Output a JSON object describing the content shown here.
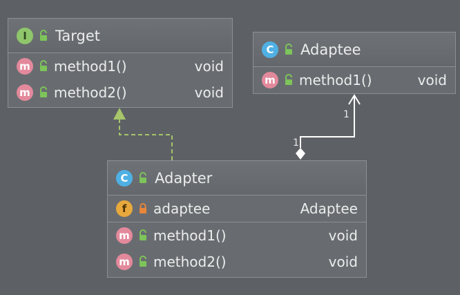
{
  "classes": {
    "target": {
      "kind": "I",
      "name": "Target",
      "methods": [
        {
          "kind": "m",
          "name": "method1()",
          "type": "void"
        },
        {
          "kind": "m",
          "name": "method2()",
          "type": "void"
        }
      ]
    },
    "adaptee": {
      "kind": "C",
      "name": "Adaptee",
      "methods": [
        {
          "kind": "m",
          "name": "method1()",
          "type": "void"
        }
      ]
    },
    "adapter": {
      "kind": "C",
      "name": "Adapter",
      "fields": [
        {
          "kind": "f",
          "name": "adaptee",
          "type": "Adaptee"
        }
      ],
      "methods": [
        {
          "kind": "m",
          "name": "method1()",
          "type": "void"
        },
        {
          "kind": "m",
          "name": "method2()",
          "type": "void"
        }
      ]
    }
  },
  "relations": {
    "implements": {
      "from": "Adapter",
      "to": "Target",
      "style": "dashed"
    },
    "association": {
      "from": "Adapter",
      "to": "Adaptee",
      "source_multiplicity": "1",
      "target_multiplicity": "1"
    }
  },
  "colors": {
    "background": "#5d6165",
    "box_fill": "#686c70",
    "border": "#8c9094",
    "interface_badge": "#8fc56b",
    "class_badge": "#4fb0e4",
    "method_badge": "#e3899c",
    "field_badge": "#e7a83d",
    "public_lock": "#7dc45a",
    "private_lock": "#e8863a",
    "implements_line": "#a7c56a",
    "association_line": "#ffffff"
  }
}
